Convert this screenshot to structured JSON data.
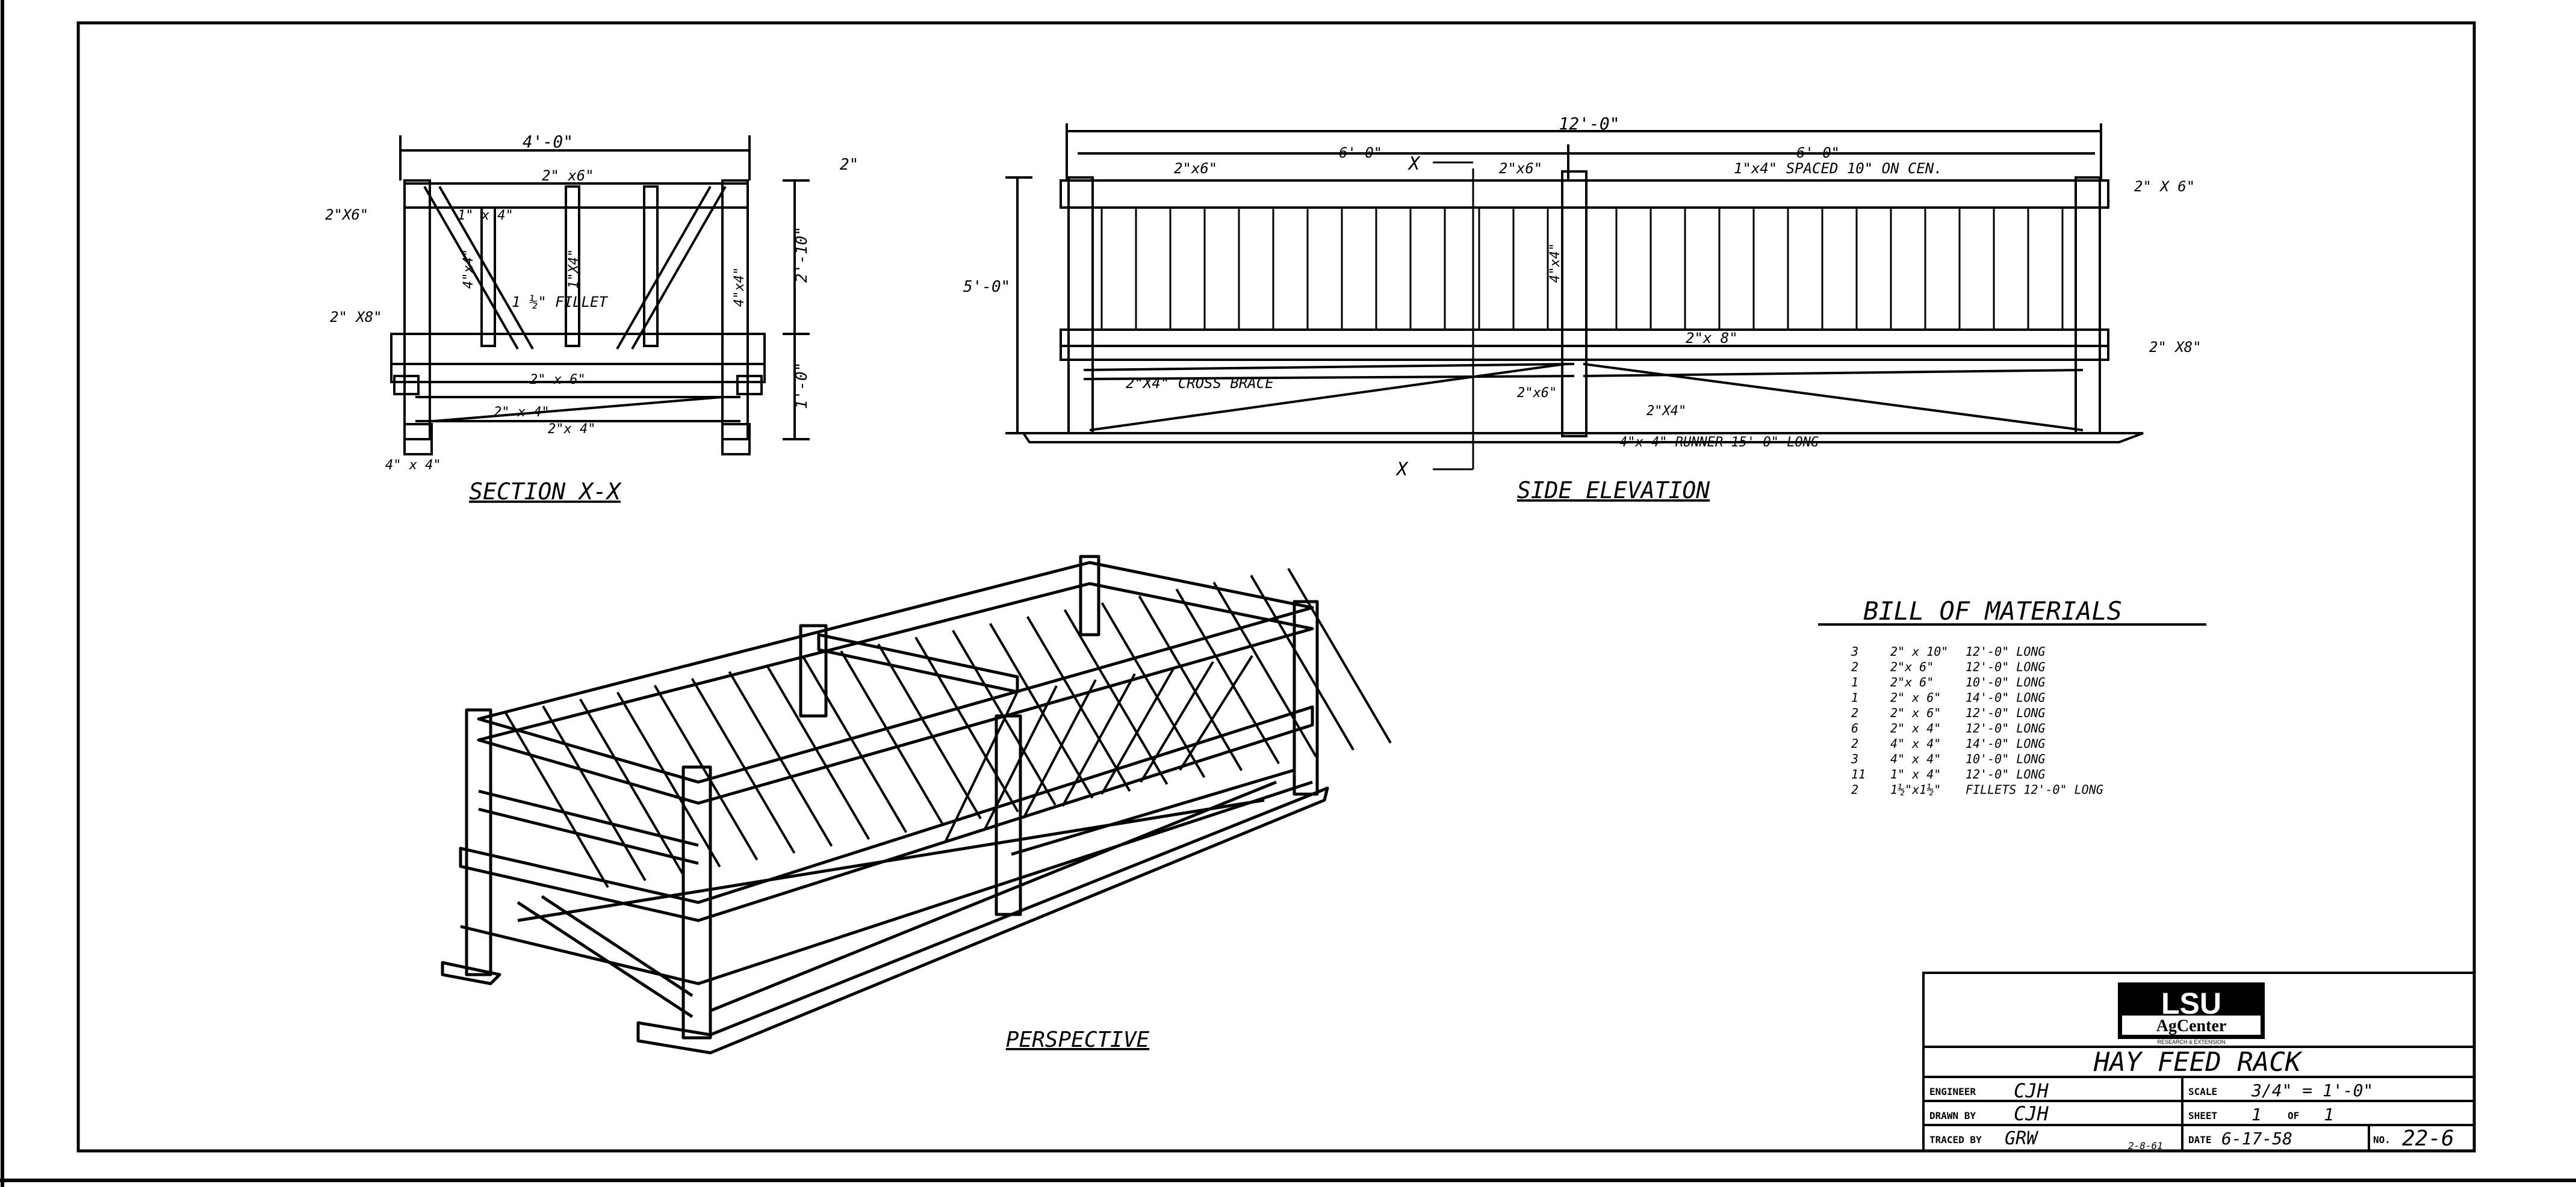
{
  "sheet": {
    "colors": {
      "ink": "#000000",
      "paper": "#ffffff"
    }
  },
  "section": {
    "title": "SECTION X-X",
    "dims": {
      "width": "4'-0\"",
      "upper_h": "2'-10\"",
      "lower_h": "1'-0\"",
      "top_right": "2\""
    },
    "labels": [
      "2\" x6\"",
      "2\"X6\"",
      "1\" x 4\"",
      "4\"x4\"",
      "1\"X4\"",
      "4\"x4\"",
      "1 ½\" FILLET",
      "2\" X8\"",
      "2\" x 6\"",
      "2\" x 4\"",
      "2\"x 4\"",
      "4\" x 4\""
    ]
  },
  "side": {
    "title": "SIDE ELEVATION",
    "dims": {
      "overall": "12'-0\"",
      "half_left": "6'-0\"",
      "half_right": "6'-0\"",
      "height": "5'-0\""
    },
    "section_mark": "X",
    "labels": {
      "top_left": "2\"x6\"",
      "post_top": "2\"x6\"",
      "spacing": "1\"x4\" SPACED 10\" ON CEN.",
      "right_top": "2\" X 6\"",
      "post": "4\"x4\"",
      "bottom_board": "2\"x 8\"",
      "right_bottom": "2\" X8\"",
      "cross_brace": "2\"X4\" CROSS BRACE",
      "center": "2\"x6\"",
      "center_brace": "2\"X4\"",
      "runner": "4\"x 4\" RUNNER 15'-0\" LONG"
    }
  },
  "perspective": {
    "title": "PERSPECTIVE"
  },
  "bill": {
    "title": "BILL OF MATERIALS",
    "rows": [
      {
        "qty": "3",
        "size": "2\" x 10\"",
        "len": "12'-0\" LONG"
      },
      {
        "qty": "2",
        "size": "2\"x 6\"",
        "len": "12'-0\" LONG"
      },
      {
        "qty": "1",
        "size": "2\"x 6\"",
        "len": "10'-0\" LONG"
      },
      {
        "qty": "1",
        "size": "2\" x 6\"",
        "len": "14'-0\" LONG"
      },
      {
        "qty": "2",
        "size": "2\" x 6\"",
        "len": "12'-0\" LONG"
      },
      {
        "qty": "6",
        "size": "2\" x 4\"",
        "len": "12'-0\" LONG"
      },
      {
        "qty": "2",
        "size": "4\" x 4\"",
        "len": "14'-0\" LONG"
      },
      {
        "qty": "3",
        "size": "4\" x 4\"",
        "len": "10'-0\" LONG"
      },
      {
        "qty": "11",
        "size": "1\" x 4\"",
        "len": "12'-0\" LONG"
      },
      {
        "qty": "2",
        "size": "1½\"x1½\"",
        "len": "FILLETS 12'-0\" LONG"
      }
    ]
  },
  "title_block": {
    "logo_top": "LSU",
    "logo_bottom": "AgCenter",
    "logo_sub": "RESEARCH & EXTENSION",
    "drawing_title": "HAY FEED RACK",
    "engineer_label": "ENGINEER",
    "engineer": "CJH",
    "drawn_label": "DRAWN BY",
    "drawn": "CJH",
    "traced_label": "TRACED BY",
    "traced": "GRW",
    "traced_date": "2-8-61",
    "scale_label": "SCALE",
    "scale": "3/4\" = 1'-0\"",
    "sheet_label": "SHEET",
    "sheet": "1",
    "of_label": "OF",
    "of": "1",
    "date_label": "DATE",
    "date": "6-17-58",
    "no_label": "NO.",
    "no": "22-6"
  }
}
